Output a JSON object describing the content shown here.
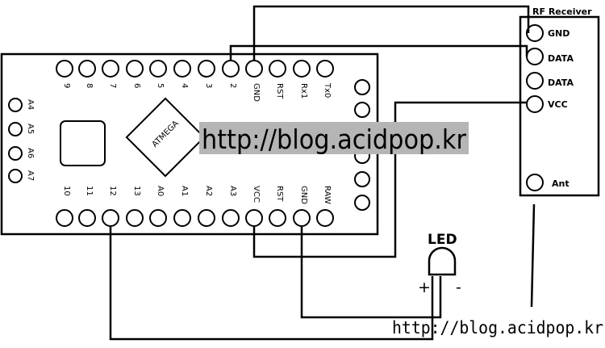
{
  "board": {
    "chip_label": "ATMEGA",
    "top_pins": [
      "9",
      "8",
      "7",
      "6",
      "5",
      "4",
      "3",
      "2",
      "GND",
      "RST",
      "Rx1",
      "Tx0"
    ],
    "bottom_pins": [
      "10",
      "11",
      "12",
      "13",
      "A0",
      "A1",
      "A2",
      "A3",
      "VCC",
      "RST",
      "GND",
      "RAW"
    ],
    "left_pins": [
      "A4",
      "A5",
      "A6",
      "A7"
    ]
  },
  "rf_receiver": {
    "title": "RF Receiver",
    "pins": [
      "GND",
      "DATA",
      "DATA",
      "VCC",
      "Ant"
    ]
  },
  "led": {
    "label": "LED",
    "plus": "+",
    "minus": "-"
  },
  "watermarks": {
    "overlay": "http://blog.acidpop.kr",
    "footer": "http://blog.acidpop.kr"
  }
}
